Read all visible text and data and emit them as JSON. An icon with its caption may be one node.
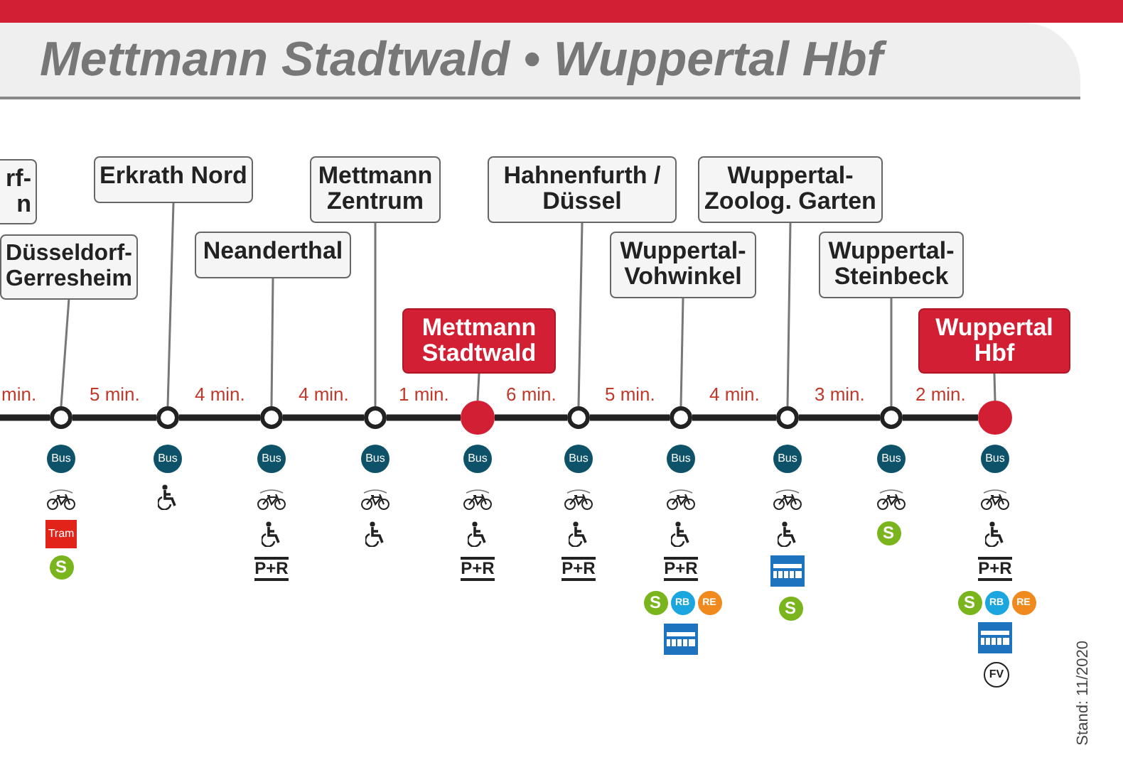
{
  "diagram": {
    "title": "Mettmann Stadtwald • Wuppertal Hbf",
    "nodes": [
      {
        "text": [
          "rf- n"
        ]
      },
      {
        "text": [
          "Düsseldorf- Gerresheim"
        ]
      },
      {
        "text": [
          "Erkrath Nord"
        ]
      },
      {
        "text": [
          "Neanderthal"
        ]
      },
      {
        "text": [
          "Mettmann Zentrum"
        ]
      },
      {
        "text": [
          "Mettmann Stadtwald"
        ]
      },
      {
        "text": [
          "Hahnenfurth / Düssel"
        ]
      },
      {
        "text": [
          "Wuppertal- Vohwinkel"
        ]
      },
      {
        "text": [
          "Wuppertal- Zoolog. Garten"
        ]
      },
      {
        "text": [
          "Wuppertal- Steinbeck"
        ]
      },
      {
        "text": [
          "Wuppertal Hbf"
        ]
      },
      {
        "text": [],
        "shape": "circle"
      },
      {
        "text": [],
        "shape": "circle"
      },
      {
        "text": [],
        "shape": "circle"
      },
      {
        "text": [],
        "shape": "circle"
      },
      {
        "text": [],
        "shape": "circle"
      },
      {
        "text": [],
        "shape": "circle"
      },
      {
        "text": [],
        "shape": "circle"
      },
      {
        "text": [],
        "shape": "circle"
      },
      {
        "text": [],
        "shape": "circle"
      },
      {
        "text": [],
        "shape": "circle"
      }
    ],
    "edges": [
      {
        "from": 1,
        "to": 11,
        "arrow": "none"
      },
      {
        "from": 2,
        "to": 12,
        "arrow": "none"
      },
      {
        "from": 3,
        "to": 13,
        "arrow": "none"
      },
      {
        "from": 4,
        "to": 14,
        "arrow": "none"
      },
      {
        "from": 5,
        "to": 15,
        "arrow": "none"
      },
      {
        "from": 6,
        "to": 16,
        "arrow": "none"
      },
      {
        "from": 7,
        "to": 17,
        "arrow": "none"
      },
      {
        "from": 8,
        "to": 18,
        "arrow": "none"
      },
      {
        "from": 9,
        "to": 19,
        "arrow": "none"
      },
      {
        "from": 10,
        "to": 20,
        "arrow": "none"
      },
      {
        "from": null,
        "to": 11,
        "arrow": "none",
        "label": "min.",
        "style": "thick"
      },
      {
        "from": 11,
        "to": 12,
        "arrow": "none",
        "label": "5 min.",
        "style": "thick"
      },
      {
        "from": 12,
        "to": 13,
        "arrow": "none",
        "label": "4 min.",
        "style": "thick"
      },
      {
        "from": 13,
        "to": 14,
        "arrow": "none",
        "label": "4 min.",
        "style": "thick"
      },
      {
        "from": 14,
        "to": 15,
        "arrow": "none",
        "label": "1 min.",
        "style": "thick"
      },
      {
        "from": 15,
        "to": 16,
        "arrow": "none",
        "label": "6 min.",
        "style": "thick"
      },
      {
        "from": 16,
        "to": 17,
        "arrow": "none",
        "label": "5 min.",
        "style": "thick"
      },
      {
        "from": 17,
        "to": 18,
        "arrow": "none",
        "label": "4 min.",
        "style": "thick"
      },
      {
        "from": 18,
        "to": 19,
        "arrow": "none",
        "label": "3 min.",
        "style": "thick"
      },
      {
        "from": 19,
        "to": 20,
        "arrow": "none",
        "label": "2 min.",
        "style": "thick"
      }
    ],
    "labels": [
      "Bus",
      "Tram",
      "S",
      "Bus",
      "Bus",
      "P+R",
      "Bus",
      "Bus",
      "P+R",
      "Bus",
      "P+R",
      "Bus",
      "P+R",
      "S",
      "RB",
      "RE",
      "Bus",
      "S",
      "Bus",
      "S",
      "Bus",
      "P+R",
      "S",
      "RB",
      "RE",
      "FV",
      "Stand: 11/2020"
    ]
  }
}
